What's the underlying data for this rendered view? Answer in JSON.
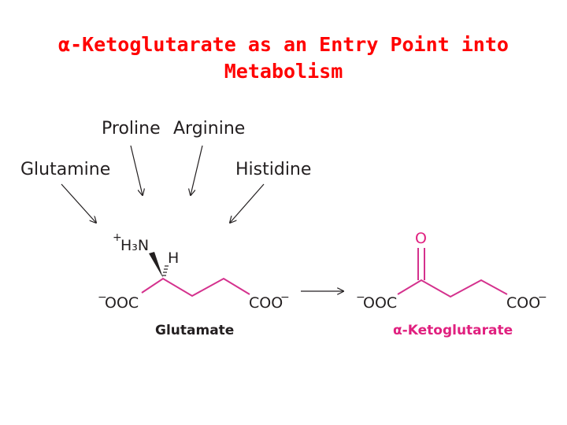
{
  "title": {
    "line1": "α-Ketoglutarate as an Entry Point into",
    "line2": "Metabolism"
  },
  "sources": {
    "proline": "Proline",
    "arginine": "Arginine",
    "glutamine": "Glutamine",
    "histidine": "Histidine"
  },
  "glutamate": {
    "amino_group": "H₃N",
    "amino_charge": "+",
    "hydrogen": "H",
    "left_carboxylate": "OOC",
    "left_charge": "−",
    "right_carboxylate": "COO",
    "right_charge": "−",
    "name": "Glutamate"
  },
  "ketoglutarate": {
    "oxygen": "O",
    "left_carboxylate": "OOC",
    "left_charge": "−",
    "right_carboxylate": "COO",
    "right_charge": "−",
    "name": "α-Ketoglutarate"
  },
  "colors": {
    "title": "#ff0000",
    "bond": "#d4318d",
    "keto_label": "#e0207f",
    "text": "#231f20"
  }
}
